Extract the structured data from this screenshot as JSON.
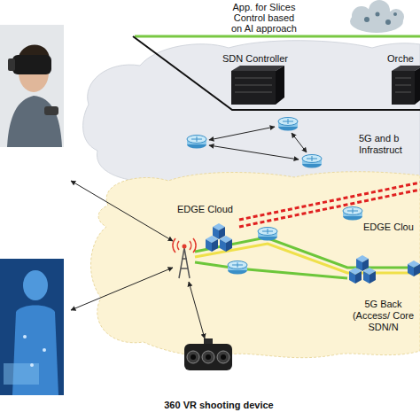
{
  "diagram": {
    "nodes": [
      {
        "text": [
          "5G and b Infrastruct"
        ]
      },
      {
        "text": [
          "SDN Controller"
        ],
        "in": 0
      },
      {
        "text": [
          "Orche"
        ],
        "in": 0
      },
      {
        "text": [
          "EDGE Cloud"
        ]
      },
      {
        "text": [
          "360 VR shooting device"
        ]
      }
    ],
    "labels": [
      "App. for Slices Control based on AI approach",
      "EDGE Clou",
      "5G Back (Access/ Core SDN/N"
    ]
  }
}
